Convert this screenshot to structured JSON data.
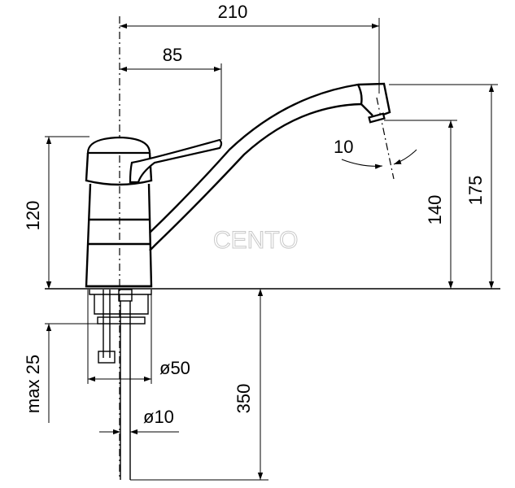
{
  "dimensions": {
    "reach": "210",
    "lever": "85",
    "angle": "10",
    "body_height": "120",
    "spout_height": "140",
    "total_height": "175",
    "max_thickness": "max 25",
    "base_diameter": "ø50",
    "hose_diameter": "ø10",
    "hose_length": "350"
  },
  "watermark": "CENTO"
}
